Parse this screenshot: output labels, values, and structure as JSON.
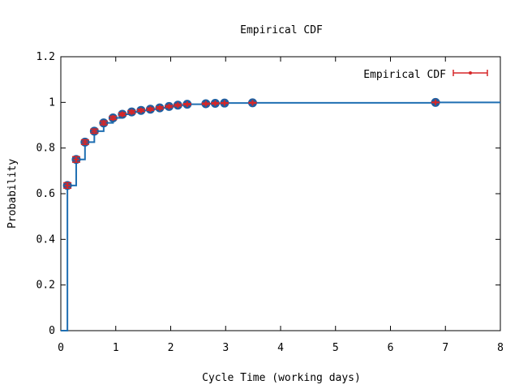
{
  "chart_data": {
    "type": "line",
    "title": "Empirical CDF",
    "xlabel": "Cycle Time (working days)",
    "ylabel": "Probability",
    "xlim": [
      0,
      8
    ],
    "ylim": [
      0,
      1.2
    ],
    "x_ticks": [
      "0",
      "1",
      "2",
      "3",
      "4",
      "5",
      "6",
      "7",
      "8"
    ],
    "y_ticks": [
      "0",
      "0.2",
      "0.4",
      "0.6",
      "0.8",
      "1",
      "1.2"
    ],
    "grid": false,
    "legend": {
      "position": "top-right",
      "entries": [
        "Empirical CDF"
      ]
    },
    "colors": {
      "step_line": "#1f6fb2",
      "marker": "#1f5fa0",
      "errorbar": "#d62728"
    },
    "series": [
      {
        "name": "Empirical CDF",
        "x": [
          0.12,
          0.28,
          0.44,
          0.61,
          0.78,
          0.95,
          1.12,
          1.29,
          1.46,
          1.63,
          1.8,
          1.97,
          2.13,
          2.3,
          2.64,
          2.81,
          2.98,
          3.49,
          6.82
        ],
        "y": [
          0.636,
          0.75,
          0.826,
          0.874,
          0.91,
          0.932,
          0.948,
          0.958,
          0.965,
          0.97,
          0.976,
          0.982,
          0.988,
          0.992,
          0.994,
          0.996,
          0.997,
          0.998,
          1.0
        ],
        "error": [
          0.012,
          0.012,
          0.01,
          0.009,
          0.008,
          0.007,
          0.006,
          0.006,
          0.005,
          0.005,
          0.005,
          0.004,
          0.004,
          0.003,
          0.003,
          0.003,
          0.002,
          0.002,
          0.001
        ]
      }
    ],
    "step_start": [
      0.0,
      0.0
    ],
    "step_end_x": 8.0
  }
}
